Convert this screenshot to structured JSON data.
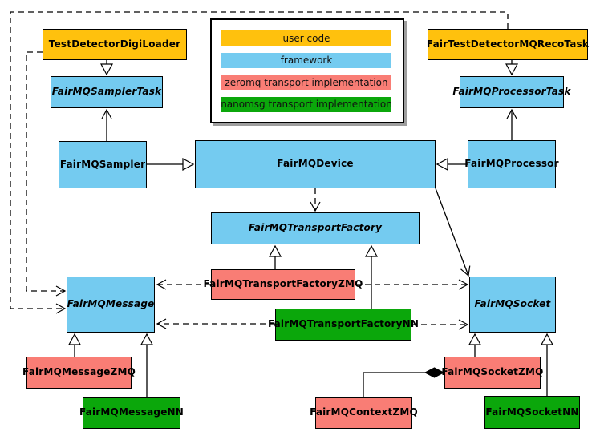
{
  "colors": {
    "user_code": "#FFC10D",
    "framework": "#74CBF0",
    "zeromq": "#F97D75",
    "nanomsg": "#0BA70B",
    "border": "#000000",
    "background": "#FFFFFF",
    "legend_shadow": "#9E9E9E"
  },
  "legend": {
    "items": [
      {
        "label": "user code",
        "color_key": "user_code"
      },
      {
        "label": "framework",
        "color_key": "framework"
      },
      {
        "label": "zeromq transport implementation",
        "color_key": "zeromq"
      },
      {
        "label": "nanomsg transport implementation",
        "color_key": "nanomsg"
      }
    ]
  },
  "nodes": {
    "test_detector_digi_loader": "TestDetectorDigiLoader",
    "fair_test_detector_mq_reco_task": "FairTestDetectorMQRecoTask",
    "fairmq_sampler_task": "FairMQSamplerTask",
    "fairmq_processor_task": "FairMQProcessorTask",
    "fairmq_sampler": "FairMQSampler",
    "fairmq_device": "FairMQDevice",
    "fairmq_processor": "FairMQProcessor",
    "fairmq_transport_factory": "FairMQTransportFactory",
    "fairmq_transport_factory_zmq": "FairMQTransportFactoryZMQ",
    "fairmq_transport_factory_nn": "FairMQTransportFactoryNN",
    "fairmq_message": "FairMQMessage",
    "fairmq_socket": "FairMQSocket",
    "fairmq_message_zmq": "FairMQMessageZMQ",
    "fairmq_message_nn": "FairMQMessageNN",
    "fairmq_context_zmq": "FairMQContextZMQ",
    "fairmq_socket_zmq": "FairMQSocketZMQ",
    "fairmq_socket_nn": "FairMQSocketNN"
  }
}
